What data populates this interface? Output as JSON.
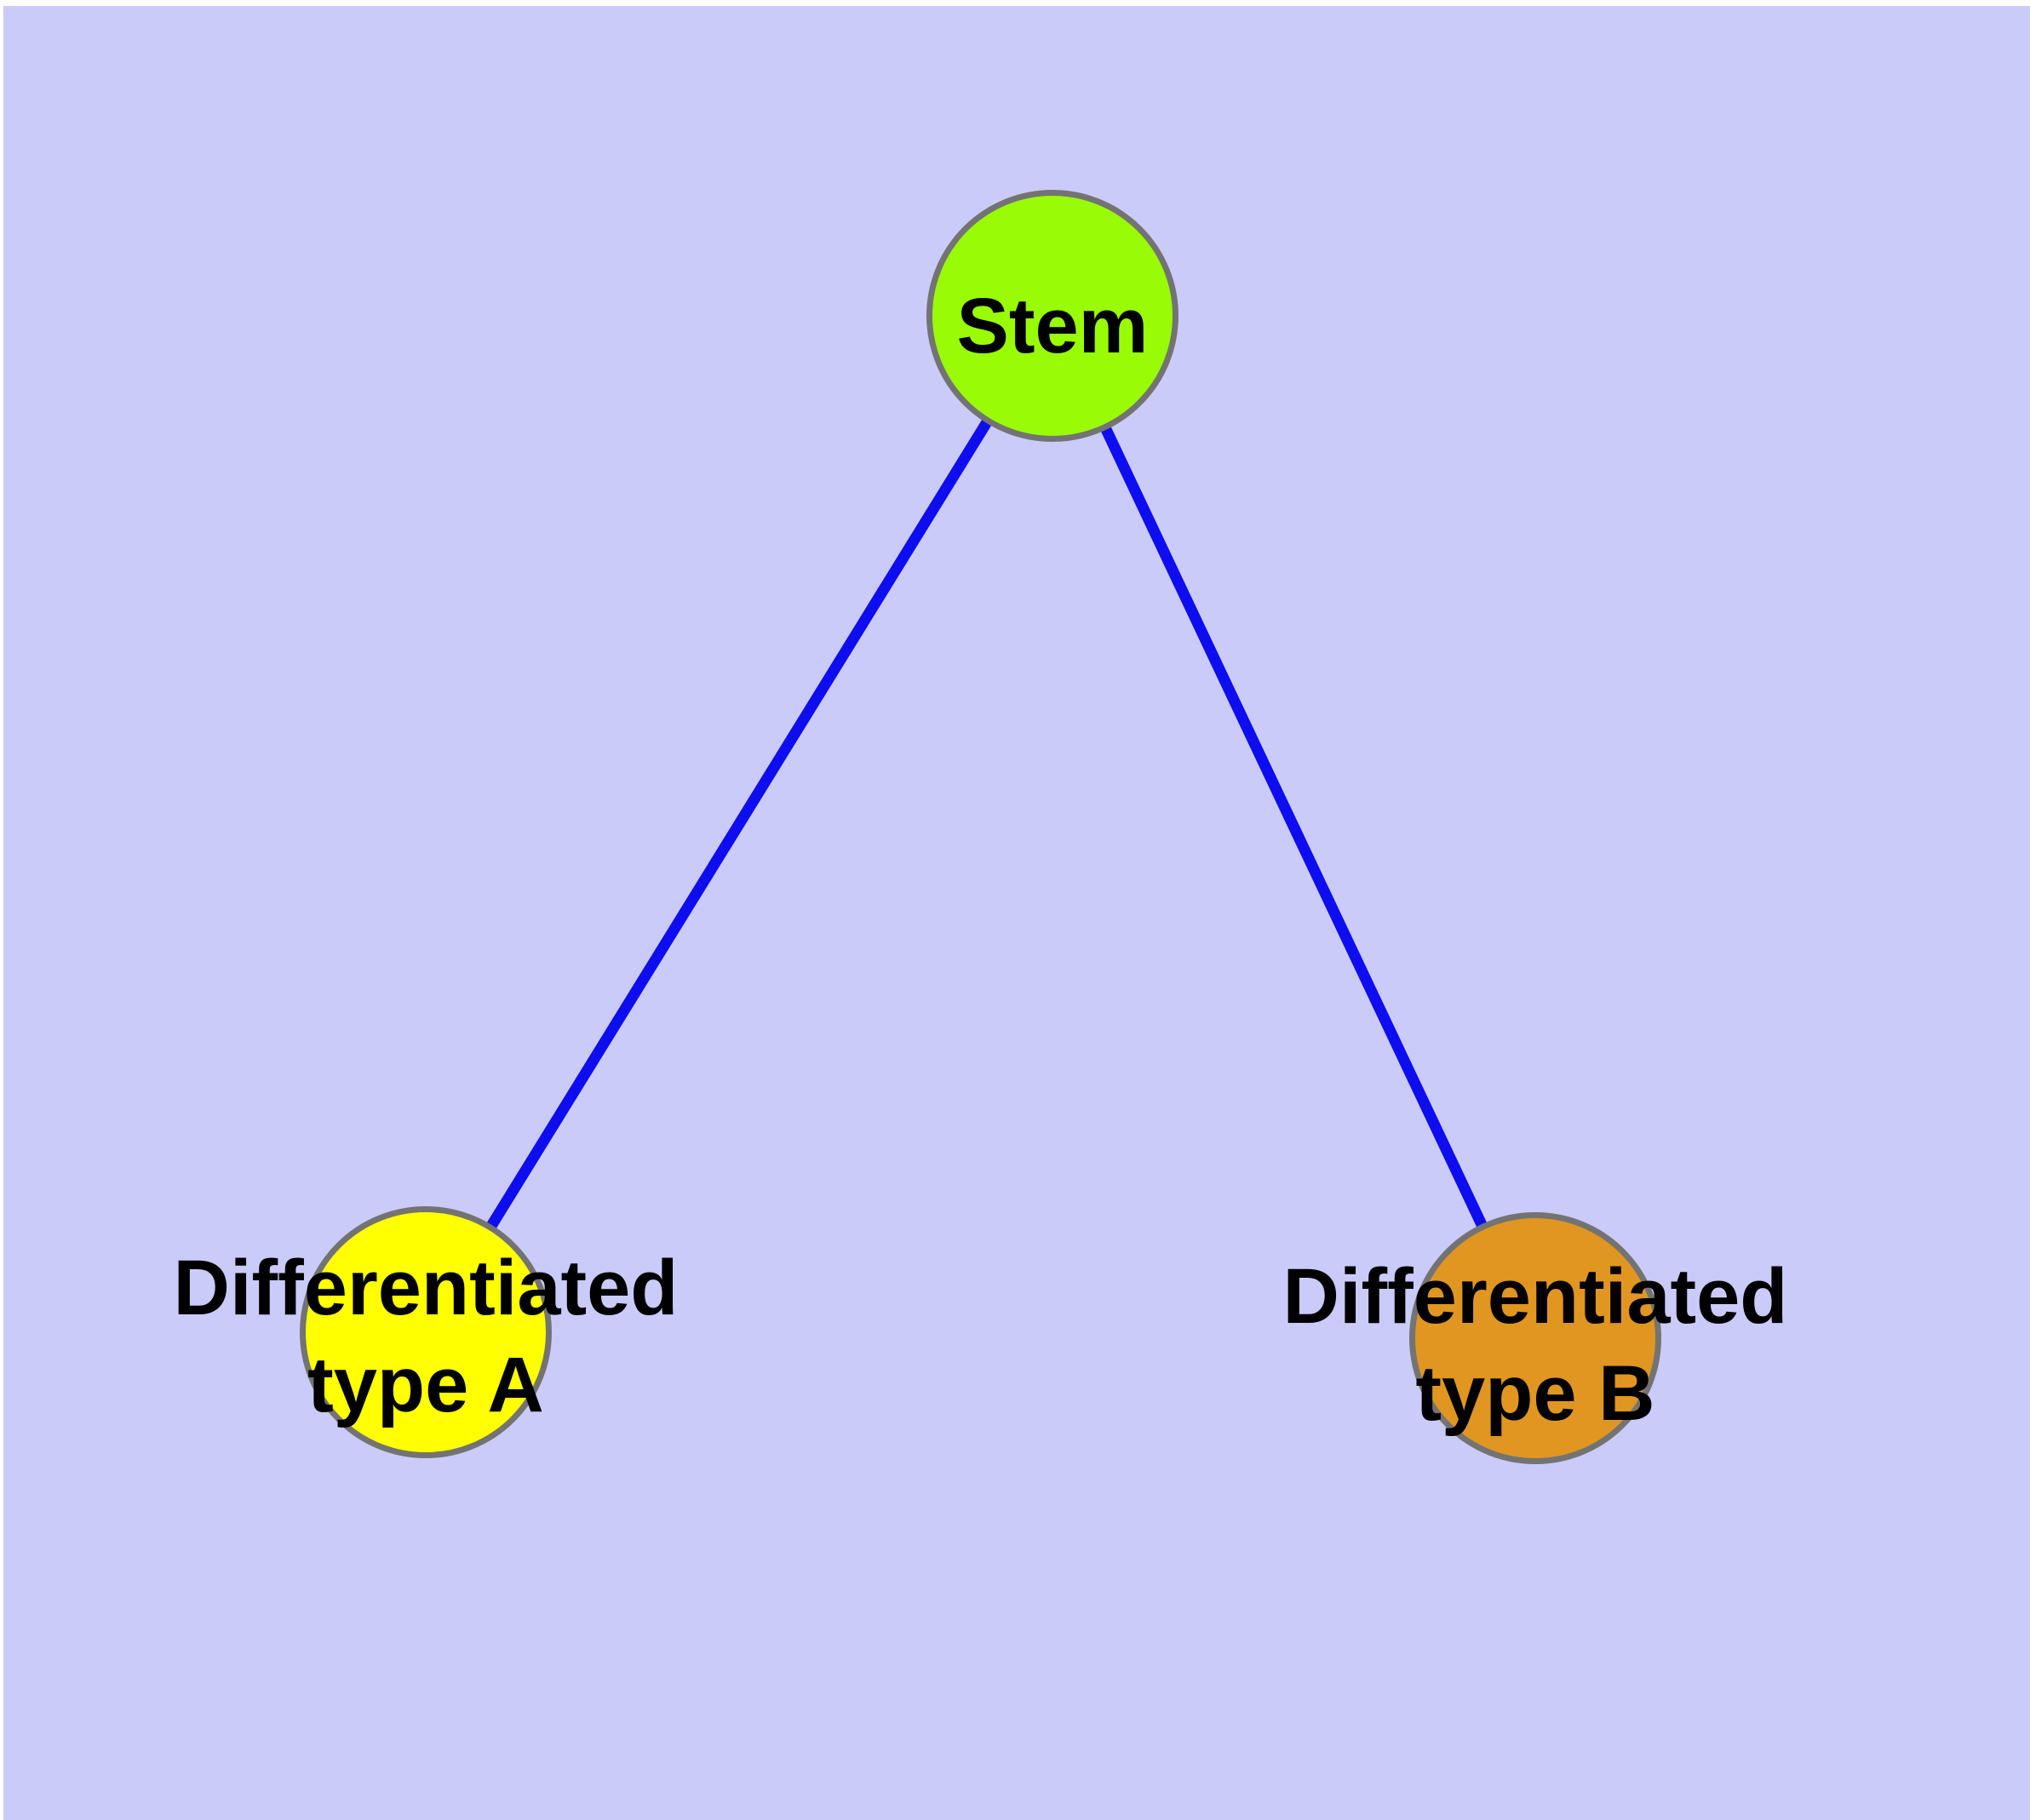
{
  "diagram": {
    "background_color": "#CBCBFA",
    "margin_color": "#FFFFFF",
    "edge_color": "#0D0DF0",
    "node_border_color": "#737373",
    "label_color": "#000000",
    "nodes": [
      {
        "id": "stem",
        "label": "Stem",
        "lines": [
          "Stem"
        ],
        "fill": "#99FB05"
      },
      {
        "id": "differentiated-type-a",
        "label": "Differentiated type A",
        "lines": [
          "Differentiated",
          "type A"
        ],
        "fill": "#FFFF00"
      },
      {
        "id": "differentiated-type-b",
        "label": "Differentiated type B",
        "lines": [
          "Differentiated",
          "type B"
        ],
        "fill": "#E09620"
      }
    ],
    "edges": [
      {
        "from": "Stem",
        "to": "Differentiated type A"
      },
      {
        "from": "Stem",
        "to": "Differentiated type B"
      }
    ]
  }
}
